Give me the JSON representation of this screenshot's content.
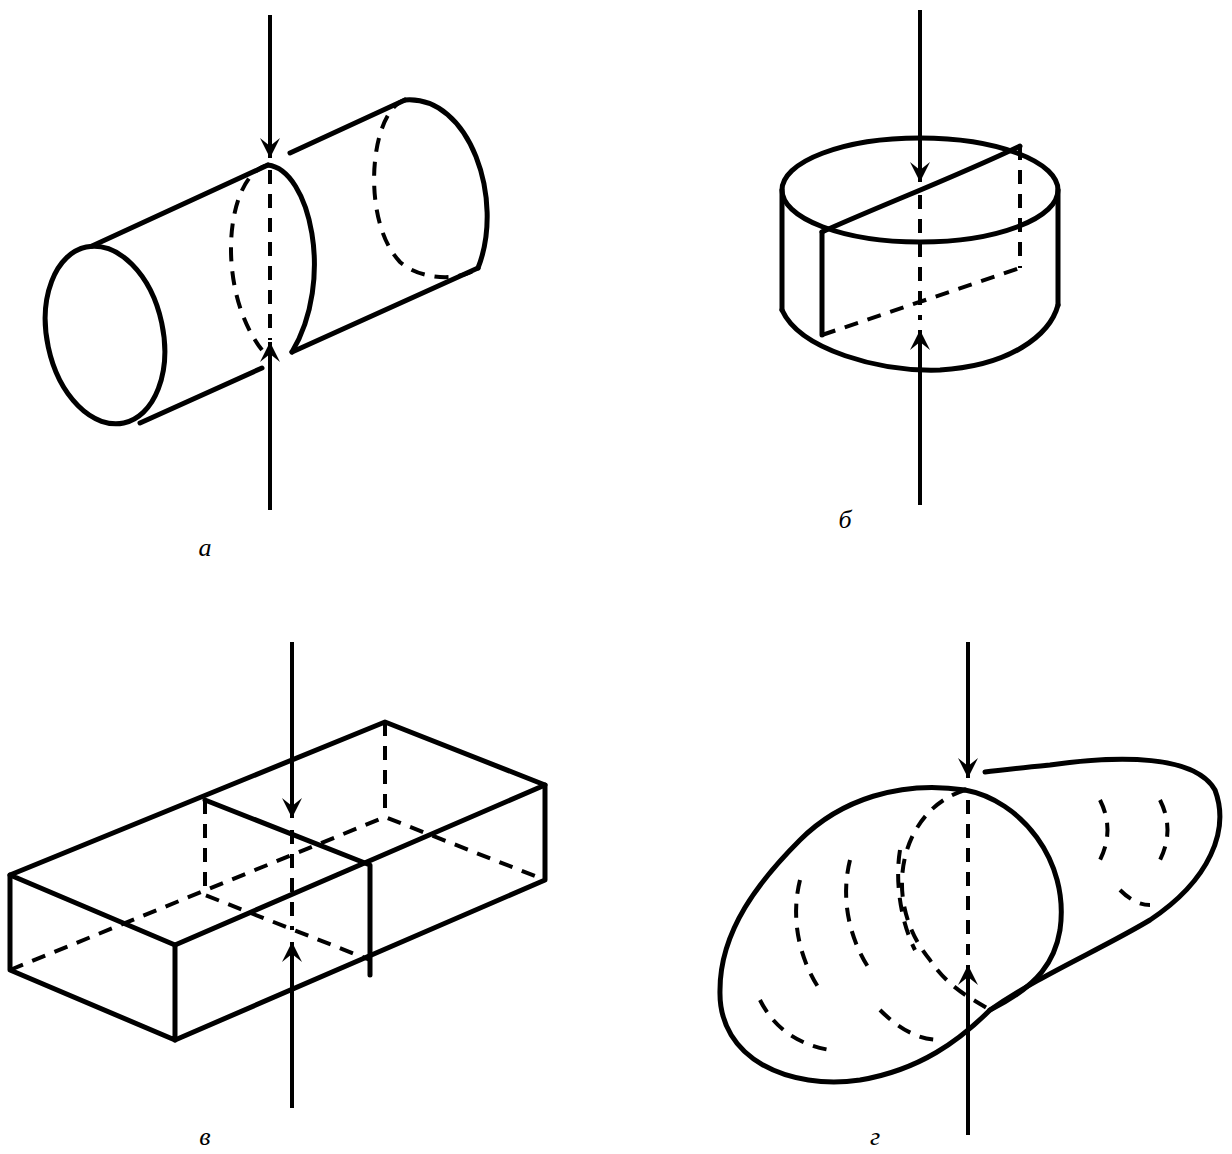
{
  "diagram": {
    "labels": [
      "а",
      "б",
      "в",
      "г"
    ]
  }
}
